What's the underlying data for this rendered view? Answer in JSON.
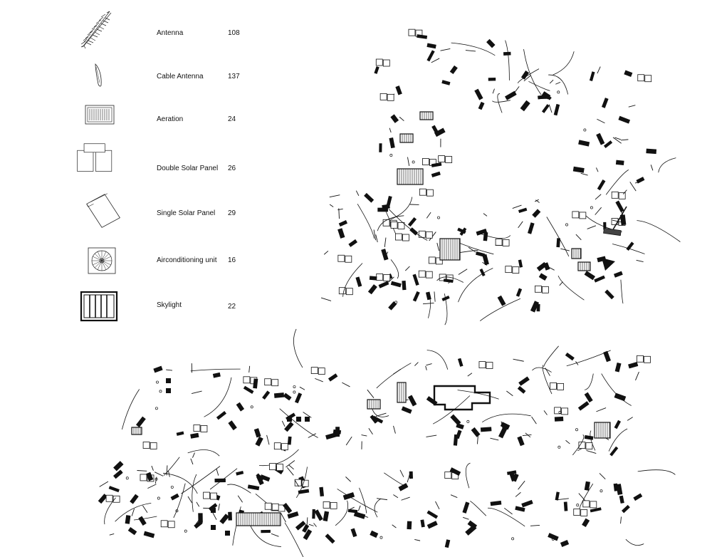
{
  "legend": {
    "items": [
      {
        "icon": "antenna-icon",
        "label": "Antenna",
        "count": "108"
      },
      {
        "icon": "cable-antenna-icon",
        "label": "Cable Antenna",
        "count": "137"
      },
      {
        "icon": "aeration-icon",
        "label": "Aeration",
        "count": "24"
      },
      {
        "icon": "double-solar-panel-icon",
        "label": "Double Solar Panel",
        "count": "26"
      },
      {
        "icon": "single-solar-panel-icon",
        "label": "Single Solar Panel",
        "count": "29"
      },
      {
        "icon": "airconditioning-unit-icon",
        "label": "Airconditioning unit",
        "count": "16"
      },
      {
        "icon": "skylight-icon",
        "label": "Skylight",
        "count": "22"
      }
    ]
  },
  "colors": {
    "ink": "#111111",
    "background": "#ffffff"
  }
}
